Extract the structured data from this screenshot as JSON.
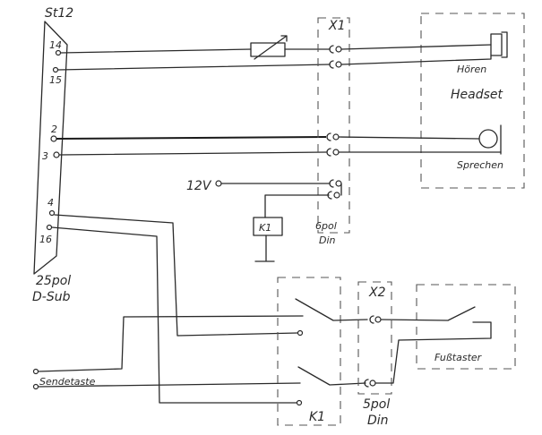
{
  "connector": {
    "name": "St12",
    "type_line1": "25pol",
    "type_line2": "D-Sub",
    "pins": {
      "p14": "14",
      "p15": "15",
      "p2": "2",
      "p3": "3",
      "p4": "4",
      "p16": "16"
    }
  },
  "x1": {
    "name": "X1",
    "type_line1": "6pol",
    "type_line2": "Din"
  },
  "x2": {
    "name": "X2",
    "type_line1": "5pol",
    "type_line2": "Din"
  },
  "headset": {
    "label": "Headset",
    "earpiece": "Hören",
    "mic": "Sprechen"
  },
  "supply": {
    "label": "12V"
  },
  "relay": {
    "coil_label": "K1",
    "contacts_label": "K1"
  },
  "footswitch": {
    "label": "Fußtaster"
  },
  "sendkey": {
    "label": "Sendetaste"
  }
}
